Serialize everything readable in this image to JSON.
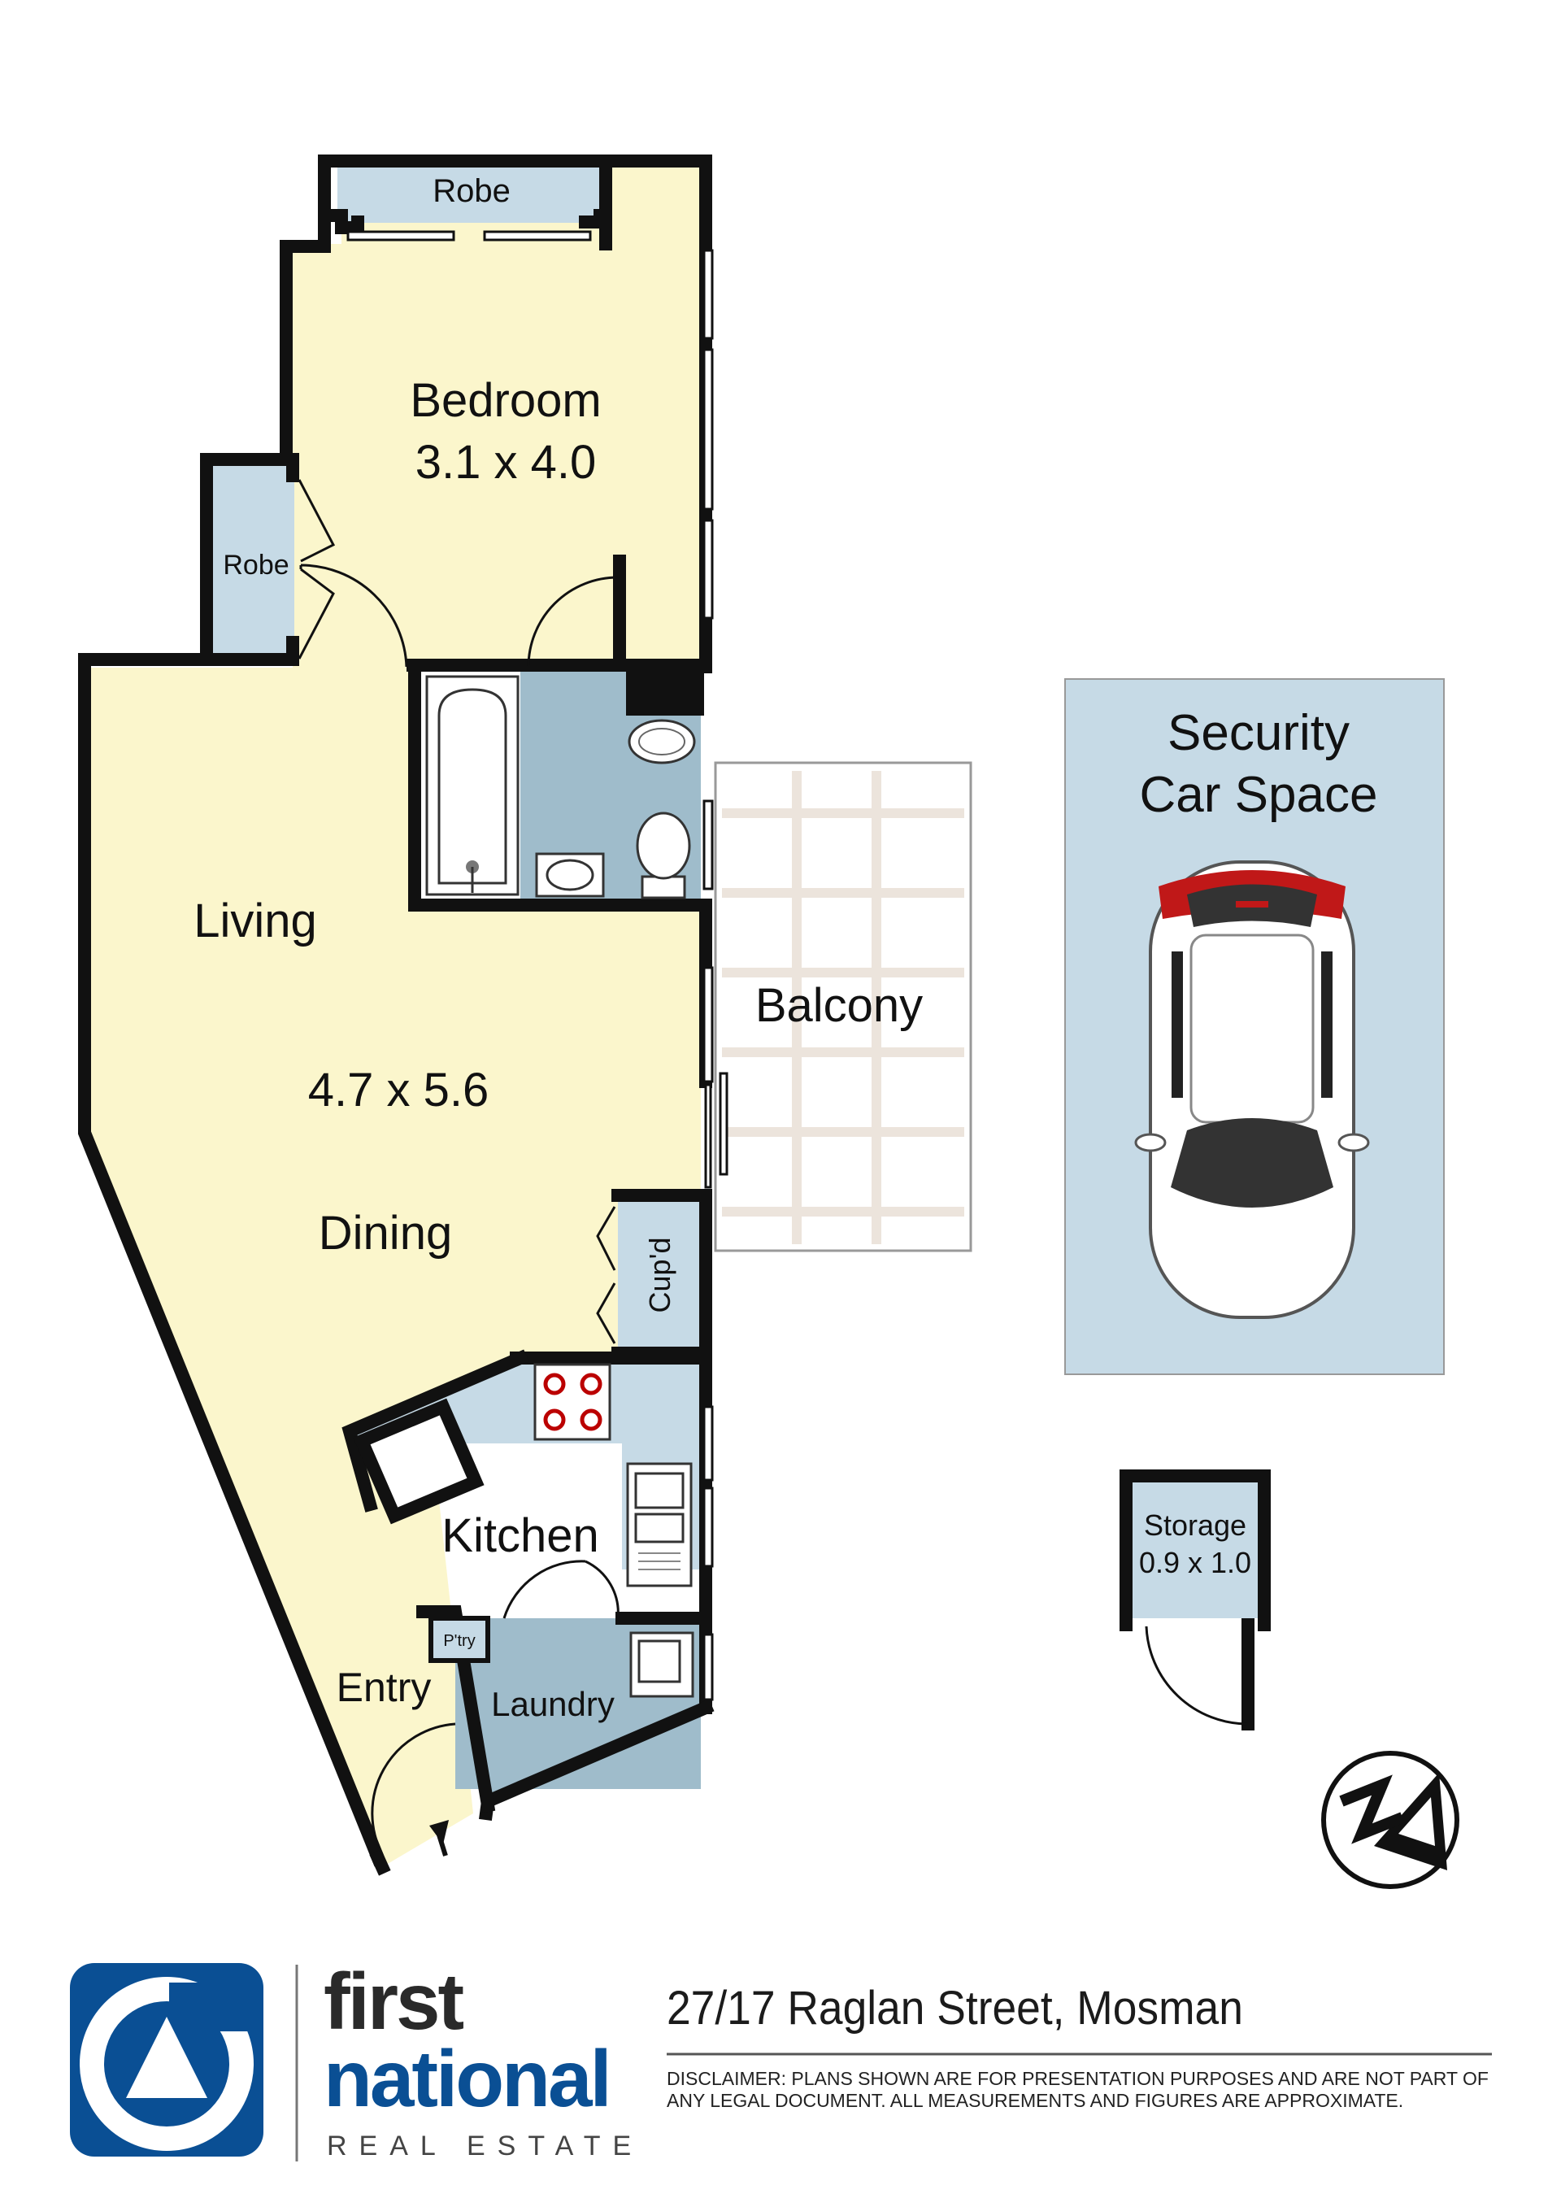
{
  "rooms": {
    "bedroom": {
      "name": "Bedroom",
      "size": "3.1 x 4.0"
    },
    "robe_top": "Robe",
    "robe_side": "Robe",
    "living": "Living",
    "living_dining_size": "4.7 x 5.6",
    "dining": "Dining",
    "balcony": "Balcony",
    "cupboard": "Cup'd",
    "kitchen": "Kitchen",
    "pantry": "P'try",
    "entry": "Entry",
    "laundry": "Laundry",
    "car_space": {
      "line1": "Security",
      "line2": "Car Space"
    },
    "storage": {
      "name": "Storage",
      "size": "0.9 x 1.0"
    }
  },
  "compass": {
    "label": "N"
  },
  "brand": {
    "line1": "first",
    "line2": "national",
    "line3": "REAL ESTATE"
  },
  "address": "27/17 Raglan Street, Mosman",
  "disclaimer": "DISCLAIMER:  PLANS SHOWN ARE FOR PRESENTATION PURPOSES AND ARE NOT PART OF ANY LEGAL DOCUMENT. ALL MEASUREMENTS AND FIGURES ARE APPROXIMATE.",
  "colors": {
    "living_fill": "#fbf6cc",
    "wet_fill": "#9fbccb",
    "light_blue": "#c6dae6",
    "wall": "#111111",
    "brand_blue": "#0a4f94"
  }
}
